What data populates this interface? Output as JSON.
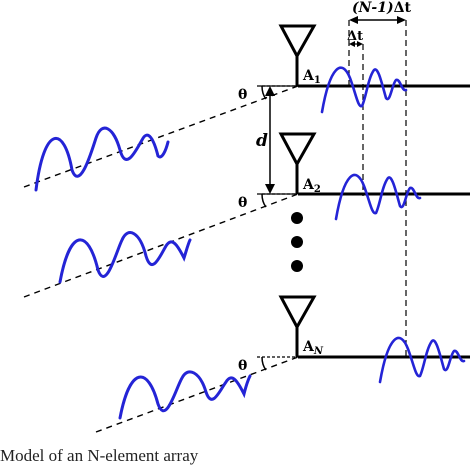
{
  "diagram": {
    "elements": [
      {
        "label_main": "A",
        "label_sub": "1"
      },
      {
        "label_main": "A",
        "label_sub": "2"
      },
      {
        "label_main": "A",
        "label_sub": "N"
      }
    ],
    "angle_label": "θ",
    "spacing_label": "d",
    "delay_label": "Δt",
    "total_delay_prefix": "(N-1)",
    "total_delay_suffix": "Δt"
  },
  "caption": "Model of an N-element array",
  "colors": {
    "wave": "#2424d6",
    "line": "#000000"
  }
}
